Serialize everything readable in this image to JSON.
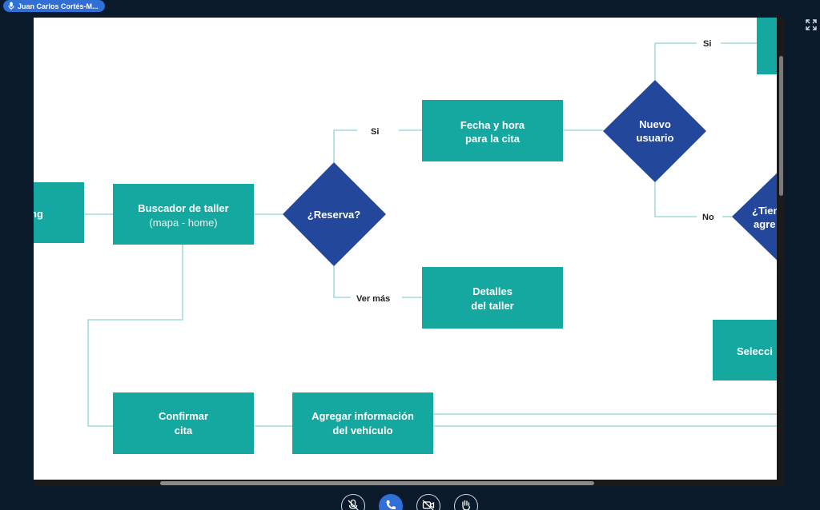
{
  "presenter": {
    "name": "Juan Carlos Cortés-M..."
  },
  "toolbar": {
    "fullscreen_icon": "expand-arrows-icon",
    "buttons": [
      {
        "name": "mute-microphone",
        "icon": "mic-off-icon"
      },
      {
        "name": "end-call",
        "icon": "phone-icon"
      },
      {
        "name": "toggle-camera",
        "icon": "video-off-icon"
      },
      {
        "name": "raise-hand",
        "icon": "hand-icon"
      }
    ]
  },
  "diagram": {
    "colors": {
      "box": "#14a8a0",
      "diamond": "#23479b",
      "line": "#8fd3cf"
    },
    "nodes": {
      "landing_partial": "ng",
      "buscador": {
        "line1": "Buscador de taller",
        "line2": "(mapa - home)"
      },
      "reserva": "¿Reserva?",
      "fecha": {
        "line1": "Fecha y hora",
        "line2": "para la cita"
      },
      "detalles": {
        "line1": "Detalles",
        "line2": "del taller"
      },
      "nuevo_usuario": {
        "line1": "Nuevo",
        "line2": "usuario"
      },
      "tiene_partial": {
        "line1": "¿Tien",
        "line2": "agre"
      },
      "selecciona_partial": "Selecci",
      "confirmar": {
        "line1": "Confirmar",
        "line2": "cita"
      },
      "agregar": {
        "line1": "Agregar información",
        "line2": "del vehículo"
      }
    },
    "edge_labels": {
      "si_reserva": "Si",
      "ver_mas": "Ver más",
      "si_nuevo": "Si",
      "no_nuevo": "No"
    }
  }
}
